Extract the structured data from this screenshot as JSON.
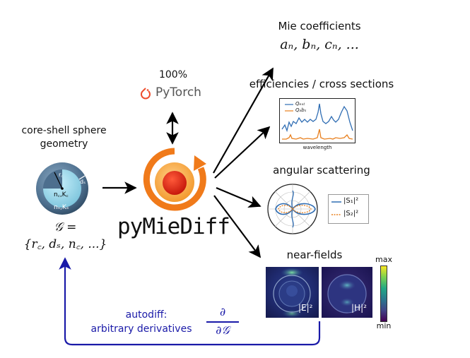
{
  "mie": {
    "title": "Mie coefficients",
    "formula": "aₙ, bₙ, cₙ, ..."
  },
  "torch": {
    "percent": "100%",
    "label": "PyTorch"
  },
  "efficiencies": {
    "title": "efficiencies / cross sections",
    "legend_ext": "Qₑₓₜ",
    "legend_abs": "Qₐbₛ",
    "xlabel": "wavelength"
  },
  "geometry": {
    "title_line1": "core-shell sphere",
    "title_line2": "geometry",
    "label_rc": "r꜀",
    "label_ds": "dₛ",
    "label_core": "n꜀,K꜀",
    "label_shell": "nₛ,Kₛ",
    "formula_line1": "𝒢 =",
    "formula_line2": "{r꜀, dₛ, n꜀, ...}"
  },
  "central": {
    "name": "pyMieDiff"
  },
  "angular": {
    "title": "angular scattering",
    "legend_s1": "|S₁|²",
    "legend_s2": "|S₂|²"
  },
  "nearfield": {
    "title": "near-fields",
    "label_e": "|E|²",
    "label_h": "|H|²",
    "cbar_max": "max",
    "cbar_min": "min"
  },
  "autodiff": {
    "line1": "autodiff:",
    "line2": "arbitrary derivatives",
    "frac_num": "∂",
    "frac_den": "∂𝒢"
  },
  "colors": {
    "orange": "#f07a1a",
    "blue_arrow": "#1a1aa8",
    "sphere_shell": "#5a7b99",
    "sphere_core": "#9ad3e6",
    "ext_line": "#2f6db3",
    "abs_line": "#e8801f"
  }
}
